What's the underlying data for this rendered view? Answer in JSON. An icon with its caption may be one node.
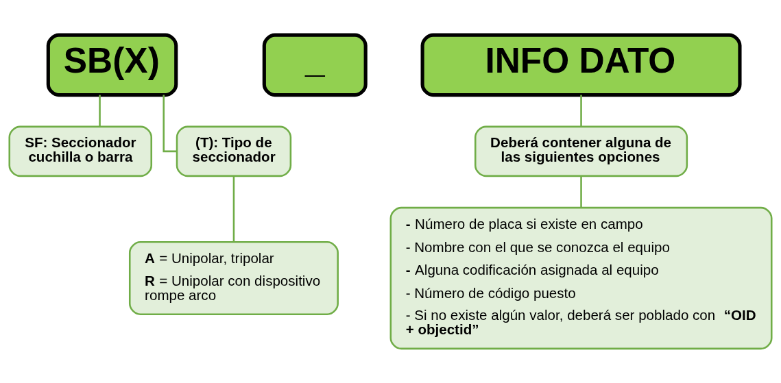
{
  "diagram": {
    "nodes": [
      {
        "text": [
          "SB(X)"
        ]
      },
      {
        "text": [
          "_"
        ]
      },
      {
        "text": [
          "INFO DATO"
        ]
      },
      {
        "text": [
          "SF: Seccionador cuchilla o barra"
        ]
      },
      {
        "text": [
          "(T): Tipo de seccionador"
        ]
      },
      {
        "text": [
          "**A** = Unipolar, tripolar",
          "**R** = Unipolar con dispositivo rompe arco"
        ]
      },
      {
        "text": [
          "Deberá contener alguna de las siguientes opciones"
        ]
      },
      {
        "text": [
          "**-** Número de placa si existe en campo",
          "- Nombre con el que se conozca el equipo",
          "**-** Alguna codificación asignada al equipo",
          "- Número de código puesto",
          "- Si no existe algún valor, deberá ser poblado con **“OID + objectid”**"
        ]
      }
    ],
    "edges": [
      {
        "from": 0,
        "to": 3,
        "arrow": "none"
      },
      {
        "from": 0,
        "to": 4,
        "arrow": "none"
      },
      {
        "from": 4,
        "to": 5,
        "arrow": "none"
      },
      {
        "from": 2,
        "to": 6,
        "arrow": "none"
      },
      {
        "from": 6,
        "to": 7,
        "arrow": "none"
      }
    ]
  }
}
